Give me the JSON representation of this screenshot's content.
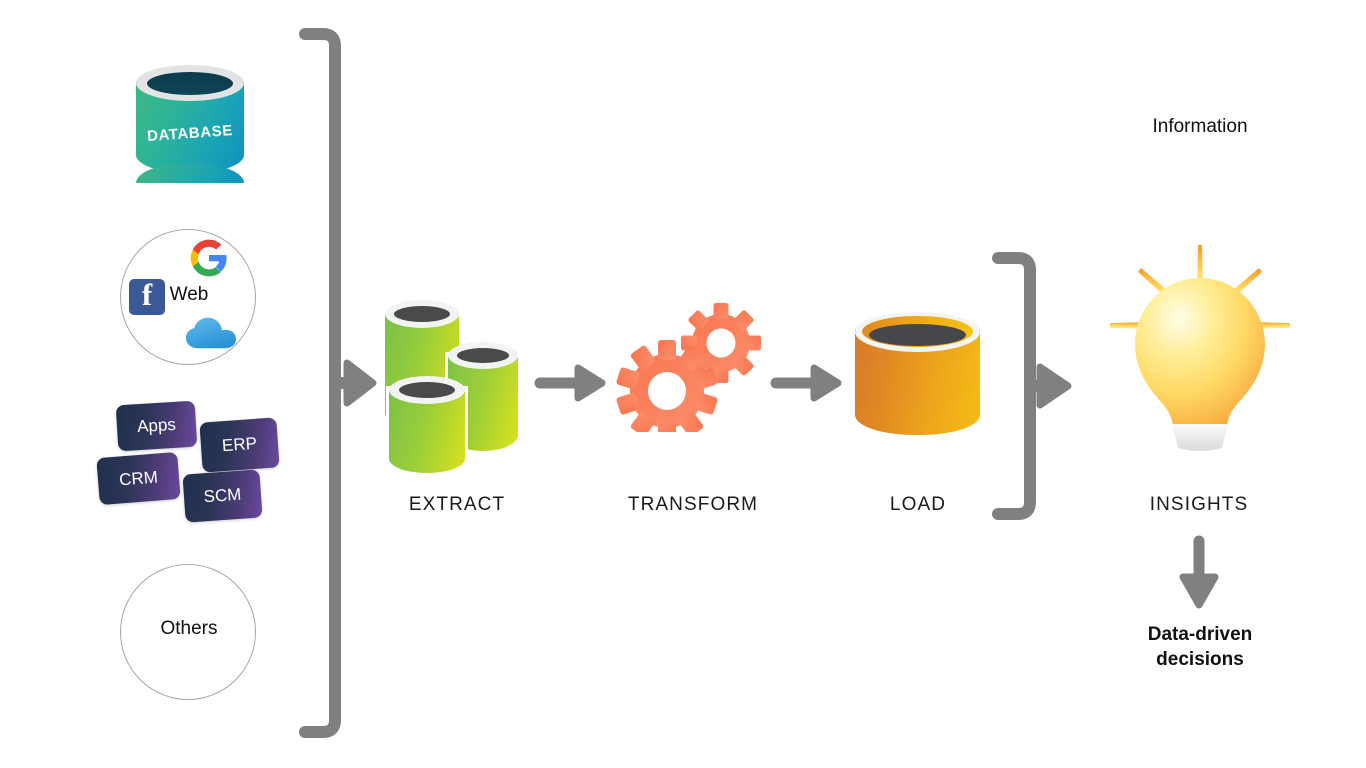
{
  "diagram": {
    "title_hidden": "ETL pipeline diagram",
    "background": "#ffffff"
  },
  "sources": {
    "database": {
      "label": "DATABASE",
      "icon": "database-cylinder-icon",
      "color_start": "#3fb884",
      "color_end": "#0f92bf"
    },
    "web": {
      "label": "Web",
      "icons": [
        {
          "name": "facebook-icon",
          "color": "#3b5998"
        },
        {
          "name": "google-icon",
          "colors": [
            "#ea4335",
            "#fbbc05",
            "#34a853",
            "#4285f4"
          ]
        },
        {
          "name": "cloud-icon",
          "color": "#4aa8e0"
        }
      ]
    },
    "apps": {
      "tags": [
        {
          "label": "Apps"
        },
        {
          "label": "ERP"
        },
        {
          "label": "CRM"
        },
        {
          "label": "SCM"
        }
      ],
      "gradient_start": "#20304d",
      "gradient_end": "#6b4a9c"
    },
    "others": {
      "label": "Others"
    }
  },
  "pipeline": {
    "stages": [
      {
        "key": "extract",
        "label": "EXTRACT",
        "icon": "green-cylinders-icon",
        "color_start": "#8cc63e",
        "color_end": "#d6e01c"
      },
      {
        "key": "transform",
        "label": "TRANSFORM",
        "icon": "gears-icon",
        "color": "#f97a56"
      },
      {
        "key": "load",
        "label": "LOAD",
        "icon": "orange-cylinder-icon",
        "color_start": "#d9792b",
        "color_end": "#f5bd14"
      },
      {
        "key": "insights",
        "label": "INSIGHTS",
        "icon": "lightbulb-icon",
        "color_start": "#fff9c4",
        "color_end": "#f9a43a"
      }
    ],
    "arrow_color": "#7f8080"
  },
  "outputs": {
    "information_label": "Information",
    "decision_label_line1": "Data-driven",
    "decision_label_line2": "decisions"
  }
}
